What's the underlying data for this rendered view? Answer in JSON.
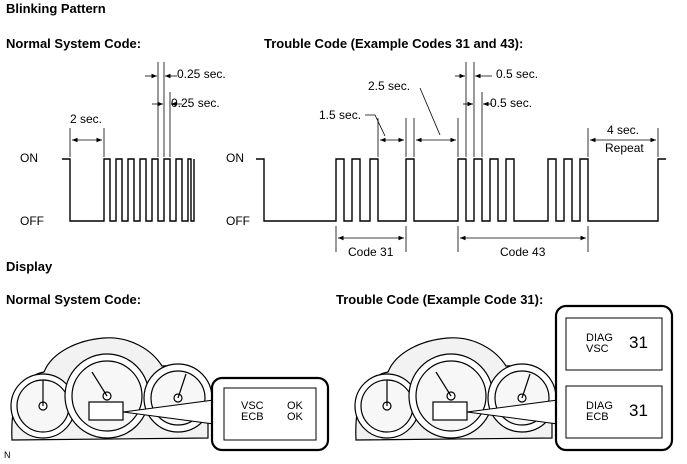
{
  "headings": {
    "blinking_pattern": "Blinking Pattern",
    "normal_system_code_1": "Normal System Code:",
    "trouble_code_1": "Trouble Code (Example Codes 31 and 43):",
    "display": "Display",
    "normal_system_code_2": "Normal System Code:",
    "trouble_code_2": "Trouble Code (Example Code 31):"
  },
  "waveform_labels": {
    "on_left": "ON",
    "off_left": "OFF",
    "on_right": "ON",
    "off_right": "OFF",
    "interval_2s": "2 sec.",
    "interval_025_a": "0.25 sec.",
    "interval_025_b": "0.25 sec.",
    "interval_25": "2.5 sec.",
    "interval_15": "1.5 sec.",
    "interval_05_a": "0.5 sec.",
    "interval_05_b": "0.5 sec.",
    "interval_4": "4 sec.",
    "repeat": "Repeat",
    "code31": "Code 31",
    "code43": "Code 43"
  },
  "display_normal": {
    "line1_left": "VSC",
    "line2_left": "ECB",
    "line1_right": "OK",
    "line2_right": "OK"
  },
  "display_trouble": {
    "box1_line1": "DIAG",
    "box1_line2": "VSC",
    "box1_code": "31",
    "box2_line1": "DIAG",
    "box2_line2": "ECB",
    "box2_code": "31"
  },
  "footer_mark": "N"
}
